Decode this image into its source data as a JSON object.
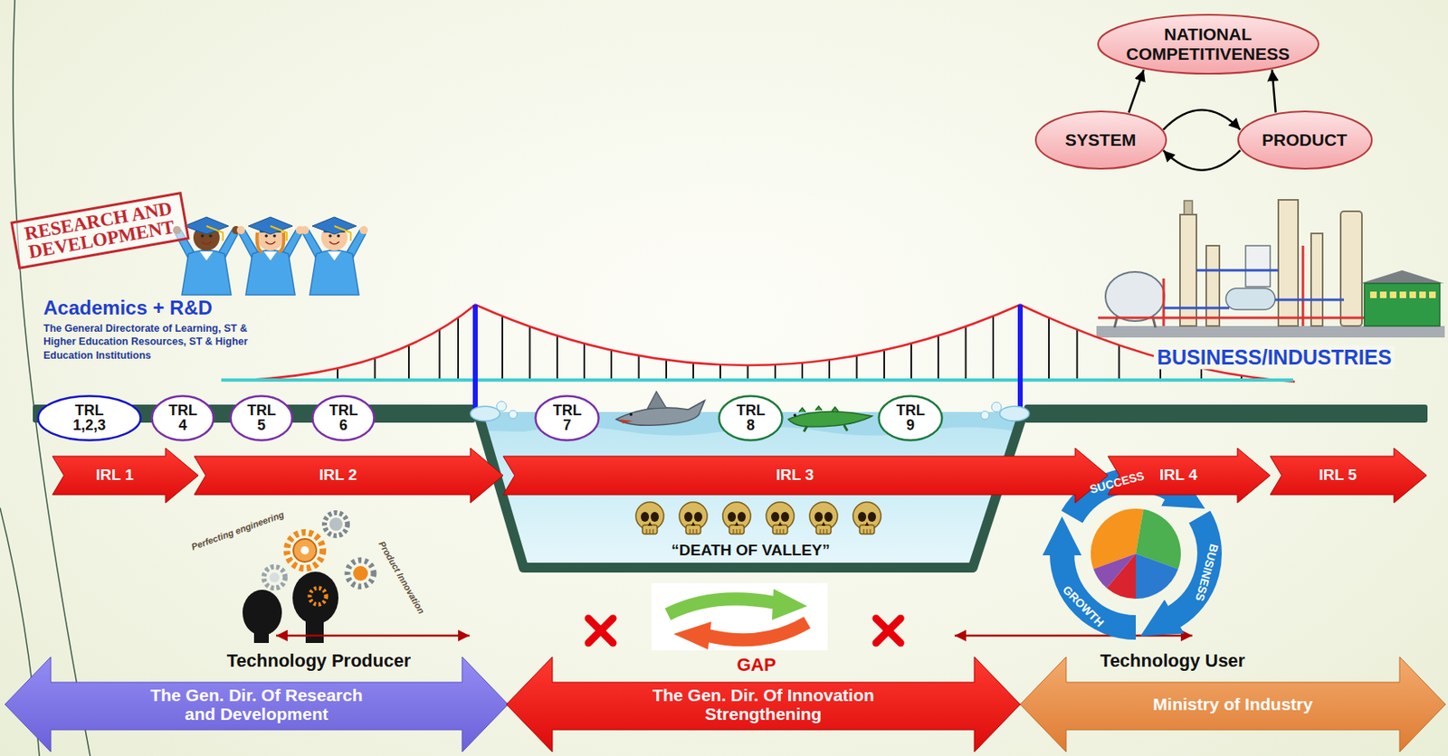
{
  "diagram": {
    "nodes": [
      {
        "text": [
          "NATIONAL COMPETITIVENESS"
        ]
      },
      {
        "text": [
          "SYSTEM"
        ]
      },
      {
        "text": [
          "PRODUCT"
        ]
      },
      {
        "text": [
          "TRL 1,2,3"
        ]
      },
      {
        "text": [
          "TRL 4"
        ]
      },
      {
        "text": [
          "TRL 5"
        ]
      },
      {
        "text": [
          "TRL 6"
        ]
      },
      {
        "text": [
          "TRL 7"
        ]
      },
      {
        "text": [
          "TRL 8"
        ]
      },
      {
        "text": [
          "TRL 9"
        ]
      },
      {
        "text": [
          "IRL 1"
        ]
      },
      {
        "text": [
          "IRL 2"
        ]
      },
      {
        "text": [
          "IRL 3"
        ]
      },
      {
        "text": [
          "IRL 4"
        ]
      },
      {
        "text": [
          "IRL 5"
        ]
      },
      {
        "text": [
          "“DEATH OF VALLEY”"
        ]
      },
      {
        "text": [
          "The Gen. Dir. Of Research and Development"
        ]
      },
      {
        "text": [
          "The Gen. Dir. Of Innovation Strengthening"
        ]
      },
      {
        "text": [
          "Ministry of Industry"
        ]
      }
    ],
    "edges": [
      {
        "from": 1,
        "to": 0,
        "arrow": "to"
      },
      {
        "from": 2,
        "to": 0,
        "arrow": "to"
      },
      {
        "from": 1,
        "to": 2,
        "arrow": "to"
      },
      {
        "from": 2,
        "to": 1,
        "arrow": "to"
      }
    ],
    "labels": [
      "RESEARCH AND DEVELOPMENT",
      "Academics + R&D",
      "The General Directorate of Learning, ST & Higher Education Resources, ST & Higher Education Institutions",
      "BUSINESS/INDUSTRIES",
      "Perfecting engineering",
      "Product Innovation",
      "SUCCESS",
      "BUSINESS",
      "GROWTH",
      "Technology Producer",
      "GAP",
      "Technology User"
    ]
  }
}
